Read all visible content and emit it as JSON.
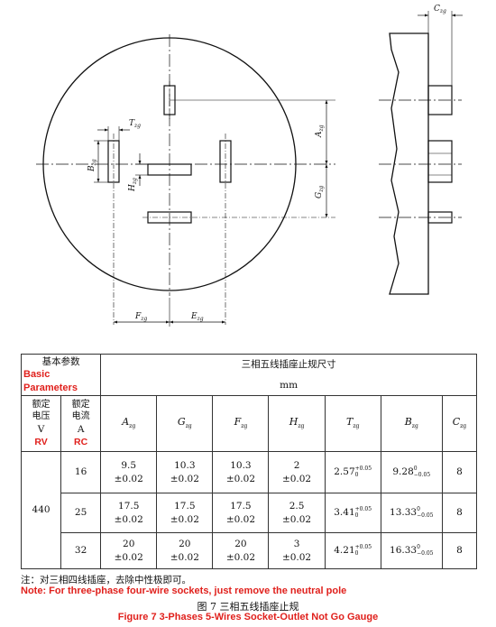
{
  "diagram": {
    "labels": {
      "A": "A",
      "A_sub": "zg",
      "G": "G",
      "G_sub": "zg",
      "F": "F",
      "F_sub": "zg",
      "E": "E",
      "E_sub": "zg",
      "B": "B",
      "B_sub": "zg",
      "T": "T",
      "T_sub": "zg",
      "H": "H",
      "H_sub": "zg",
      "C": "C",
      "C_sub": "zg"
    }
  },
  "table": {
    "header": {
      "basic_params_zh": "基本参数",
      "basic_params_en": "Basic Parameters",
      "dims_title_zh": "三相五线插座止规尺寸",
      "dims_unit": "mm",
      "rated_voltage_zh": "额定\n电压",
      "rated_voltage_unit": "V",
      "rated_voltage_en": "RV",
      "rated_current_zh": "额定\n电流",
      "rated_current_unit": "A",
      "rated_current_en": "RC",
      "cols": [
        {
          "sym": "A",
          "sub": "zg"
        },
        {
          "sym": "G",
          "sub": "zg"
        },
        {
          "sym": "F",
          "sub": "zg"
        },
        {
          "sym": "H",
          "sub": "zg"
        },
        {
          "sym": "T",
          "sub": "zg"
        },
        {
          "sym": "B",
          "sub": "zg"
        },
        {
          "sym": "C",
          "sub": "zg"
        }
      ]
    },
    "voltage": "440",
    "rows": [
      {
        "current": "16",
        "A": "9.5",
        "A_tol": "±0.02",
        "G": "10.3",
        "G_tol": "±0.02",
        "F": "10.3",
        "F_tol": "±0.02",
        "H": "2",
        "H_tol": "±0.02",
        "T": "2.57",
        "T_up": "+0.05",
        "T_low": "0",
        "B": "9.28",
        "B_up": "0",
        "B_low": "−0.05",
        "C": "8"
      },
      {
        "current": "25",
        "A": "17.5",
        "A_tol": "±0.02",
        "G": "17.5",
        "G_tol": "±0.02",
        "F": "17.5",
        "F_tol": "±0.02",
        "H": "2.5",
        "H_tol": "±0.02",
        "T": "3.41",
        "T_up": "+0.05",
        "T_low": "0",
        "B": "13.33",
        "B_up": "0",
        "B_low": "−0.05",
        "C": "8"
      },
      {
        "current": "32",
        "A": "20",
        "A_tol": "±0.02",
        "G": "20",
        "G_tol": "±0.02",
        "F": "20",
        "F_tol": "±0.02",
        "H": "3",
        "H_tol": "±0.02",
        "T": "4.21",
        "T_up": "+0.05",
        "T_low": "0",
        "B": "16.33",
        "B_up": "0",
        "B_low": "−0.05",
        "C": "8"
      }
    ]
  },
  "notes": {
    "note_zh": "注：对三相四线插座，去除中性极即可。",
    "note_en": "Note: For three-phase four-wire sockets, just remove the neutral pole",
    "figure_zh": "图 7   三相五线插座止规",
    "figure_en": "Figure 7  3-Phases 5-Wires Socket-Outlet Not Go Gauge"
  }
}
